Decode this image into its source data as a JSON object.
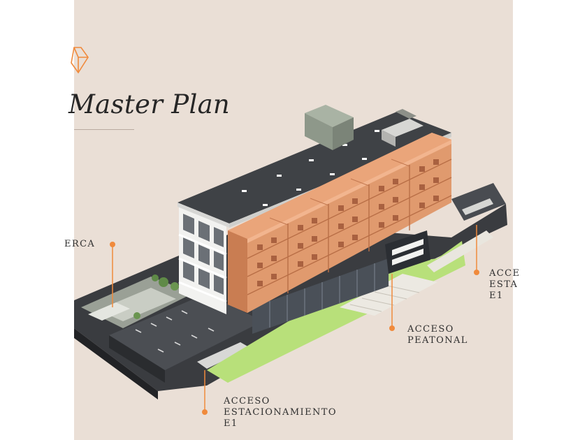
{
  "title": "Master Plan",
  "colors": {
    "background": "#eadfd6",
    "accent": "#f08a3c",
    "facade": "#e09a6e",
    "roof": "#3f4246",
    "lawn": "#b8e07a"
  },
  "icons": {
    "logo": "diamond-logo-icon"
  },
  "labels": {
    "cerca": "ERCA",
    "acceso_right": "ACCE\nESTA\nE1",
    "acceso_peatonal": "ACCESO\nPEATONAL",
    "acceso_estacionamiento": "ACCESO\nESTACIONAMIENTO\nE1"
  }
}
